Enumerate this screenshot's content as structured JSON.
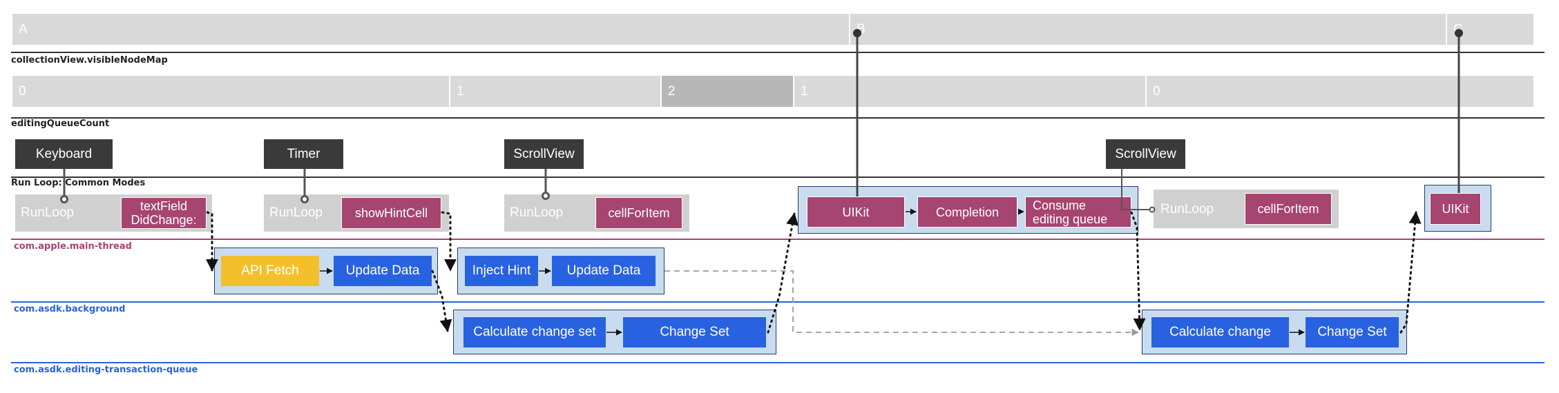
{
  "markers": {
    "a": "A",
    "b": "B",
    "c": "C"
  },
  "lanes": {
    "visible_node_map": "collectionView.visibleNodeMap",
    "editing_queue_count": "editingQueueCount",
    "run_loop": "Run Loop: Common Modes",
    "main_thread": "com.apple.main-thread",
    "background": "com.asdk.background",
    "editing_queue": "com.asdk.editing-transaction-queue"
  },
  "queue_counts": [
    "0",
    "1",
    "2",
    "1",
    "0"
  ],
  "sources": [
    "Keyboard",
    "Timer",
    "ScrollView",
    "ScrollView"
  ],
  "runloop_label": "RunLoop",
  "main_events": {
    "text_field": "textField\nDidChange:",
    "show_hint": "showHintCell",
    "cell_for_item_1": "cellForItem",
    "uikit_1": "UIKit",
    "completion": "Completion",
    "consume": "Consume\nediting queue",
    "cell_for_item_2": "cellForItem",
    "uikit_2": "UIKit"
  },
  "background_tasks": {
    "api_fetch": "API Fetch",
    "update_data_1": "Update Data",
    "inject_hint": "Inject Hint",
    "update_data_2": "Update Data"
  },
  "editing_tasks": {
    "calc_change_set": "Calculate change set",
    "change_set_1": "Change Set",
    "calc_change": "Calculate change",
    "change_set_2": "Change Set"
  },
  "colors": {
    "main_thread": "#a6456f",
    "background": "#2962e0",
    "api_fetch": "#f3c02c",
    "group_fill": "#c9dcef",
    "source": "#3a3a3a"
  }
}
